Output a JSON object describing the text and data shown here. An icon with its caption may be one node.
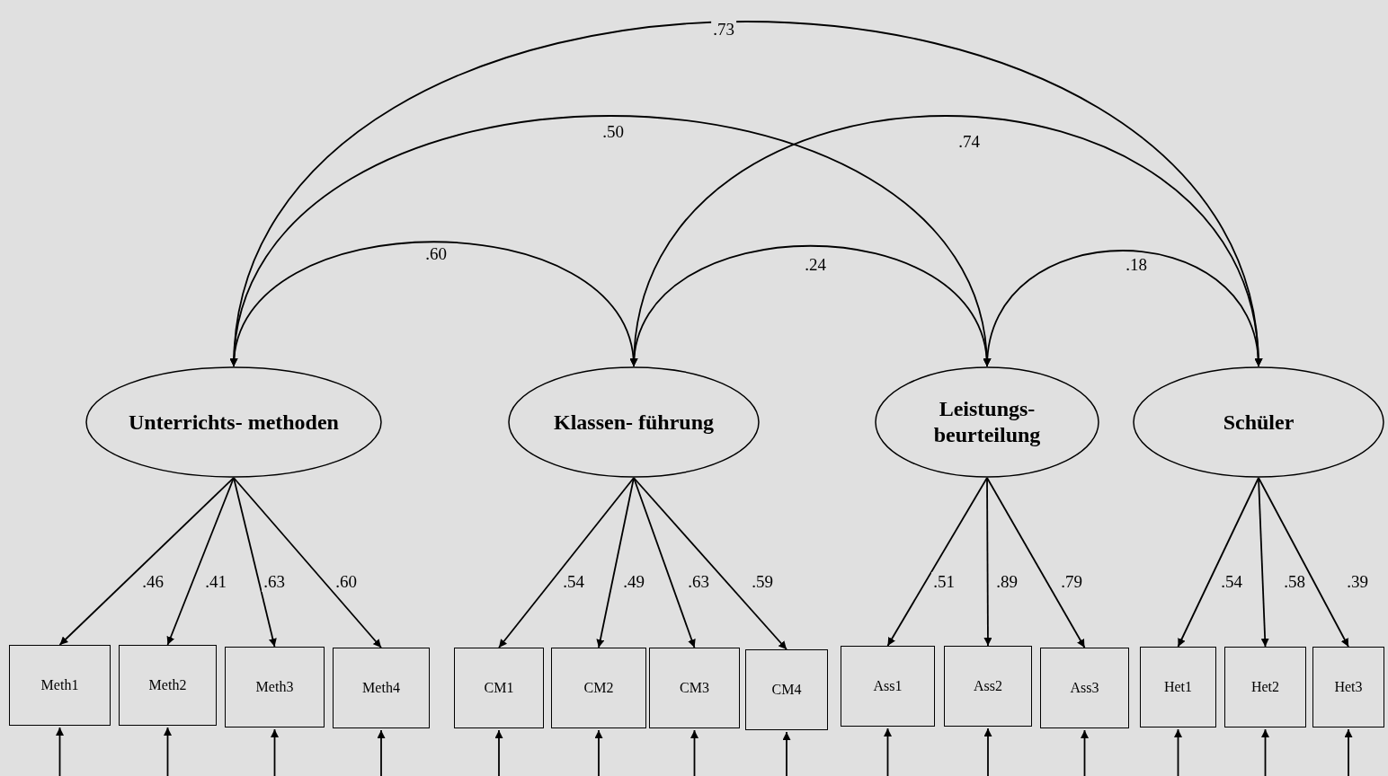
{
  "diagram": {
    "nodes": [
      {
        "text": [
          "Unterrichts- methoden"
        ]
      },
      {
        "text": [
          "Klassen- führung"
        ]
      },
      {
        "text": [
          "Leistungs- beurteilung"
        ]
      },
      {
        "text": [
          "Schüler"
        ]
      },
      {
        "text": [
          "Meth1"
        ]
      },
      {
        "text": [
          "Meth2"
        ]
      },
      {
        "text": [
          "Meth3"
        ]
      },
      {
        "text": [
          "Meth4"
        ]
      },
      {
        "text": [
          "CM1"
        ]
      },
      {
        "text": [
          "CM2"
        ]
      },
      {
        "text": [
          "CM3"
        ]
      },
      {
        "text": [
          "CM4"
        ]
      },
      {
        "text": [
          "Ass1"
        ]
      },
      {
        "text": [
          "Ass2"
        ]
      },
      {
        "text": [
          "Ass3"
        ]
      },
      {
        "text": [
          "Het1"
        ]
      },
      {
        "text": [
          "Het2"
        ]
      },
      {
        "text": [
          "Het3"
        ]
      }
    ],
    "edges": [
      {
        "from": 0,
        "to": 3,
        "arrow": "both",
        "label": ".73"
      },
      {
        "from": 0,
        "to": 2,
        "arrow": "both",
        "label": ".50"
      },
      {
        "from": 1,
        "to": 3,
        "arrow": "both",
        "label": ".74"
      },
      {
        "from": 0,
        "to": 1,
        "arrow": "both",
        "label": ".60"
      },
      {
        "from": 1,
        "to": 2,
        "arrow": "both",
        "label": ".24"
      },
      {
        "from": 2,
        "to": 3,
        "arrow": "both",
        "label": ".18"
      },
      {
        "from": 0,
        "to": 4,
        "arrow": "to",
        "label": ".46"
      },
      {
        "from": 0,
        "to": 5,
        "arrow": "to",
        "label": ".41"
      },
      {
        "from": 0,
        "to": 6,
        "arrow": "to",
        "label": ".63"
      },
      {
        "from": 0,
        "to": 7,
        "arrow": "to",
        "label": ".60"
      },
      {
        "from": 1,
        "to": 8,
        "arrow": "to",
        "label": ".54"
      },
      {
        "from": 1,
        "to": 9,
        "arrow": "to",
        "label": ".49"
      },
      {
        "from": 1,
        "to": 10,
        "arrow": "to",
        "label": ".63"
      },
      {
        "from": 1,
        "to": 11,
        "arrow": "to",
        "label": ".59"
      },
      {
        "from": 2,
        "to": 12,
        "arrow": "to",
        "label": ".51"
      },
      {
        "from": 2,
        "to": 13,
        "arrow": "to",
        "label": ".89"
      },
      {
        "from": 2,
        "to": 14,
        "arrow": "to",
        "label": ".79"
      },
      {
        "from": 3,
        "to": 15,
        "arrow": "to",
        "label": ".54"
      },
      {
        "from": 3,
        "to": 16,
        "arrow": "to",
        "label": ".58"
      },
      {
        "from": 3,
        "to": 17,
        "arrow": "to",
        "label": ".39"
      },
      {
        "from": null,
        "to": 4,
        "arrow": "to"
      },
      {
        "from": null,
        "to": 5,
        "arrow": "to"
      },
      {
        "from": null,
        "to": 6,
        "arrow": "to"
      },
      {
        "from": null,
        "to": 7,
        "arrow": "to"
      },
      {
        "from": null,
        "to": 8,
        "arrow": "to"
      },
      {
        "from": null,
        "to": 9,
        "arrow": "to"
      },
      {
        "from": null,
        "to": 10,
        "arrow": "to"
      },
      {
        "from": null,
        "to": 11,
        "arrow": "to"
      },
      {
        "from": null,
        "to": 12,
        "arrow": "to"
      },
      {
        "from": null,
        "to": 13,
        "arrow": "to"
      },
      {
        "from": null,
        "to": 14,
        "arrow": "to"
      },
      {
        "from": null,
        "to": 15,
        "arrow": "to"
      },
      {
        "from": null,
        "to": 16,
        "arrow": "to"
      },
      {
        "from": null,
        "to": 17,
        "arrow": "to"
      }
    ]
  }
}
